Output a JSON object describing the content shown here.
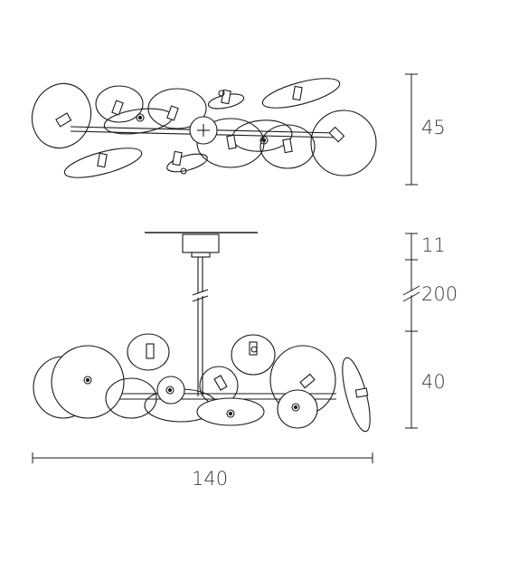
{
  "dimensions": {
    "top_view_height": "45",
    "canopy_height": "11",
    "rod_length": "200",
    "fixture_height": "40",
    "overall_width": "140"
  }
}
